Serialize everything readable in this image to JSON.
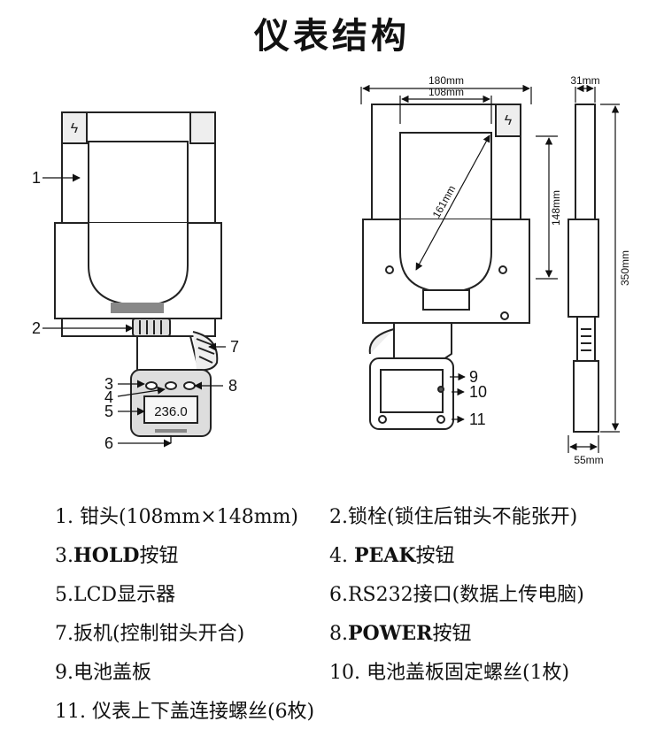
{
  "title": "仪表结构",
  "callouts": {
    "c1": "1",
    "c2": "2",
    "c3": "3",
    "c4": "4",
    "c5": "5",
    "c6": "6",
    "c7": "7",
    "c8": "8",
    "c9": "9",
    "c10": "10",
    "c11": "11"
  },
  "lcd_reading": "236.0",
  "dimensions": {
    "outer_width": "180mm",
    "inner_width": "108mm",
    "diagonal": "161mm",
    "jaw_height": "148mm",
    "thickness_top": "31mm",
    "total_height": "350mm",
    "handle_depth": "55mm"
  },
  "legend": [
    [
      "1. 钳头(108mm×148mm)",
      "2.锁栓(锁住后钳头不能张开)"
    ],
    [
      "3.HOLD按钮",
      "4. PEAK按钮"
    ],
    [
      "5.LCD显示器",
      "6.RS232接口(数据上传电脑)"
    ],
    [
      "7.扳机(控制钳头开合)",
      "8.POWER按钮"
    ],
    [
      "9.电池盖板",
      "10. 电池盖板固定螺丝(1枚)"
    ],
    [
      "11. 仪表上下盖连接螺丝(6枚)",
      ""
    ]
  ]
}
